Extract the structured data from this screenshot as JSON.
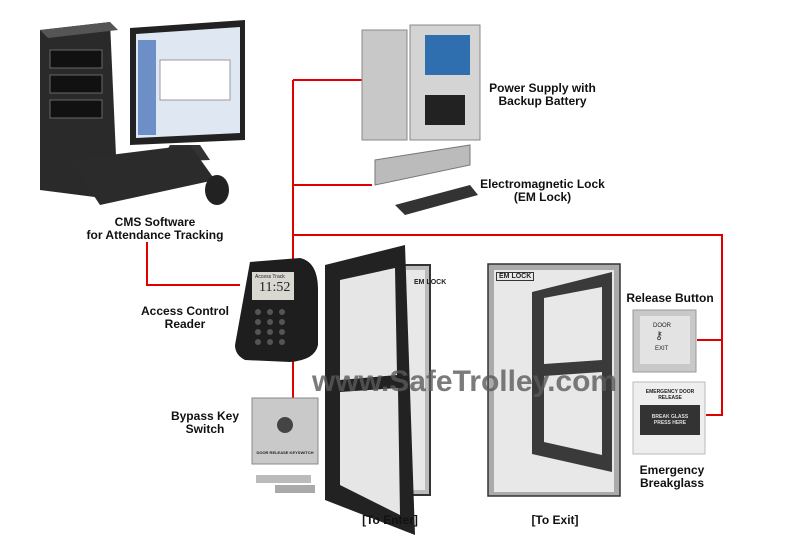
{
  "labels": {
    "power_supply": [
      "Power Supply with",
      "Backup Battery"
    ],
    "em_lock": [
      "Electromagnetic Lock",
      "(EM Lock)"
    ],
    "cms": [
      "CMS Software",
      "for Attendance Tracking"
    ],
    "reader": [
      "Access Control",
      "Reader"
    ],
    "bypass": [
      "Bypass Key",
      "Switch"
    ],
    "release": "Release Button",
    "breakglass": [
      "Emergency",
      "Breakglass"
    ],
    "to_enter": "[To Enter]",
    "to_exit": "[To Exit]"
  },
  "device_text": {
    "em_lock_tag": "EM LOCK",
    "reader_time": "11:52",
    "reader_header": "Access Track",
    "release_top": "DOOR",
    "release_bottom": "EXIT",
    "breakglass_top": "EMERGENCY DOOR RELEASE",
    "breakglass_mid": "BREAK GLASS PRESS HERE",
    "keyswitch": "DOOR RELEASE KEYSWITCH"
  },
  "watermark": "www.SafeTrolley.com",
  "colors": {
    "wire": "#e00000",
    "door_frame": "#333333"
  }
}
